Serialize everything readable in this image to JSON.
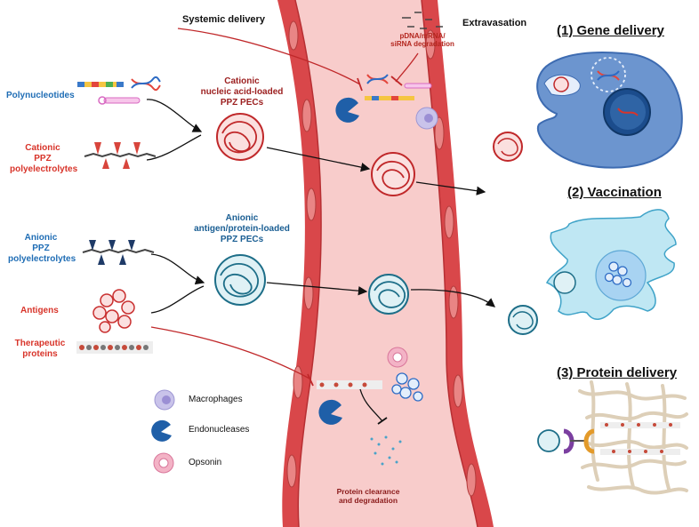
{
  "left_labels": {
    "polynucleotides": "Polynucleotides",
    "cationic_ppz": [
      "Cationic",
      "PPZ",
      "polyelectrolytes"
    ],
    "anionic_ppz": [
      "Anionic",
      "PPZ",
      "polyelectrolytes"
    ],
    "antigens": "Antigens",
    "therapeutic_proteins": [
      "Therapeutic",
      "proteins"
    ]
  },
  "complexes": {
    "cationic_pec": [
      "Cationic",
      "nucleic acid-loaded",
      "PPZ PECs"
    ],
    "anionic_pec": [
      "Anionic",
      "antigen/protein-loaded",
      "PPZ PECs"
    ]
  },
  "vessel": {
    "systemic_delivery": "Systemic delivery",
    "extravasation": "Extravasation",
    "degradation": [
      "pDNA/mRNA/",
      "siRNA degradation"
    ],
    "clearance": [
      "Protein clearance",
      "and degradation"
    ]
  },
  "legend": {
    "macrophages": "Macrophages",
    "endonucleases": "Endonucleases",
    "opsonin": "Opsonin"
  },
  "outcomes": {
    "gene": "(1) Gene delivery",
    "vaccination": "(2) Vaccination",
    "protein": "(3) Protein delivery"
  },
  "colors": {
    "vessel_wall": "#d9474a",
    "lumen": "#f8cccb",
    "cationic": "#c0282a",
    "anionic": "#1d6e88",
    "cell": "#6c95cf",
    "dendritic": "#bfe7f3"
  }
}
